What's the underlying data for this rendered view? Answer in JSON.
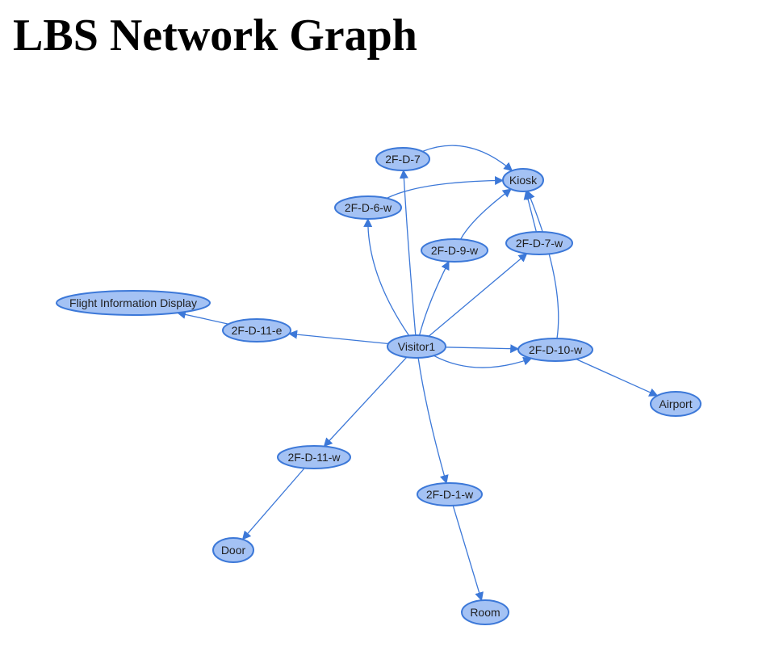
{
  "page": {
    "title": "LBS Network Graph"
  },
  "graph": {
    "node_fill": "#a4c2f4",
    "node_stroke": "#3c78d8",
    "edge_color": "#3c78d8",
    "nodes": [
      {
        "id": "visitor1",
        "label": "Visitor1"
      },
      {
        "id": "2f-d-7",
        "label": "2F-D-7"
      },
      {
        "id": "kiosk",
        "label": "Kiosk"
      },
      {
        "id": "2f-d-6-w",
        "label": "2F-D-6-w"
      },
      {
        "id": "2f-d-9-w",
        "label": "2F-D-9-w"
      },
      {
        "id": "2f-d-7-w",
        "label": "2F-D-7-w"
      },
      {
        "id": "flight-information-display",
        "label": "Flight Information Display"
      },
      {
        "id": "2f-d-11-e",
        "label": "2F-D-11-e"
      },
      {
        "id": "2f-d-10-w",
        "label": "2F-D-10-w"
      },
      {
        "id": "airport",
        "label": "Airport"
      },
      {
        "id": "2f-d-11-w",
        "label": "2F-D-11-w"
      },
      {
        "id": "2f-d-1-w",
        "label": "2F-D-1-w"
      },
      {
        "id": "door",
        "label": "Door"
      },
      {
        "id": "room",
        "label": "Room"
      }
    ],
    "edges": [
      {
        "from": "visitor1",
        "to": "2f-d-7"
      },
      {
        "from": "visitor1",
        "to": "2f-d-6-w"
      },
      {
        "from": "visitor1",
        "to": "2f-d-9-w"
      },
      {
        "from": "visitor1",
        "to": "2f-d-7-w"
      },
      {
        "from": "visitor1",
        "to": "2f-d-11-e"
      },
      {
        "from": "visitor1",
        "to": "2f-d-10-w"
      },
      {
        "from": "visitor1",
        "to": "2f-d-10-w"
      },
      {
        "from": "visitor1",
        "to": "2f-d-11-w"
      },
      {
        "from": "visitor1",
        "to": "2f-d-1-w"
      },
      {
        "from": "2f-d-7",
        "to": "kiosk"
      },
      {
        "from": "2f-d-6-w",
        "to": "kiosk"
      },
      {
        "from": "2f-d-9-w",
        "to": "kiosk"
      },
      {
        "from": "2f-d-7-w",
        "to": "kiosk"
      },
      {
        "from": "2f-d-10-w",
        "to": "kiosk"
      },
      {
        "from": "2f-d-11-e",
        "to": "flight-information-display"
      },
      {
        "from": "2f-d-10-w",
        "to": "airport"
      },
      {
        "from": "2f-d-11-w",
        "to": "door"
      },
      {
        "from": "2f-d-1-w",
        "to": "room"
      }
    ]
  }
}
